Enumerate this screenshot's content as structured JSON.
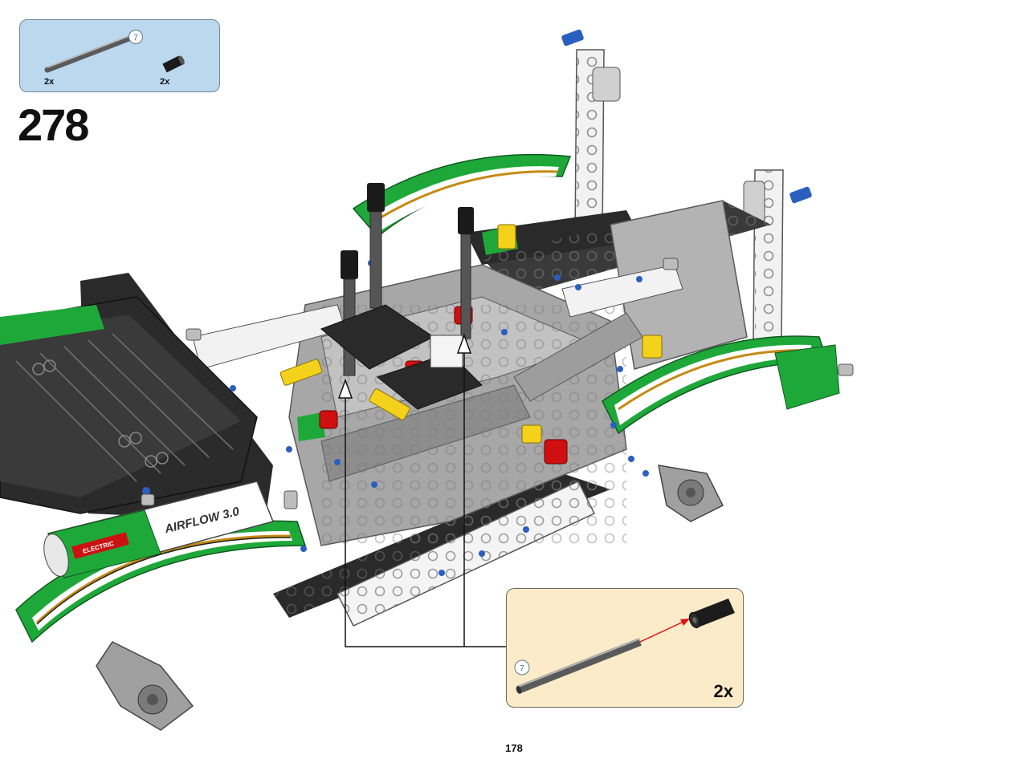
{
  "parts_list": {
    "axle": {
      "quantity": "2x",
      "length_label": "7"
    },
    "connector": {
      "quantity": "2x"
    }
  },
  "step": {
    "number": "278"
  },
  "callout": {
    "quantity": "2x",
    "length_label": "7"
  },
  "model": {
    "label": "AIRFLOW 3.0",
    "sticker": "ELECTRIC"
  },
  "page": {
    "number": "178"
  },
  "colors": {
    "parts_background": "#bcd8ef",
    "callout_background": "#fbebc9",
    "body_green": "#1fa83a",
    "frame_black": "#2a2a2a",
    "frame_gray": "#9a9a9a",
    "pin_blue": "#2a5fbf",
    "arrow_red": "#e01010"
  }
}
